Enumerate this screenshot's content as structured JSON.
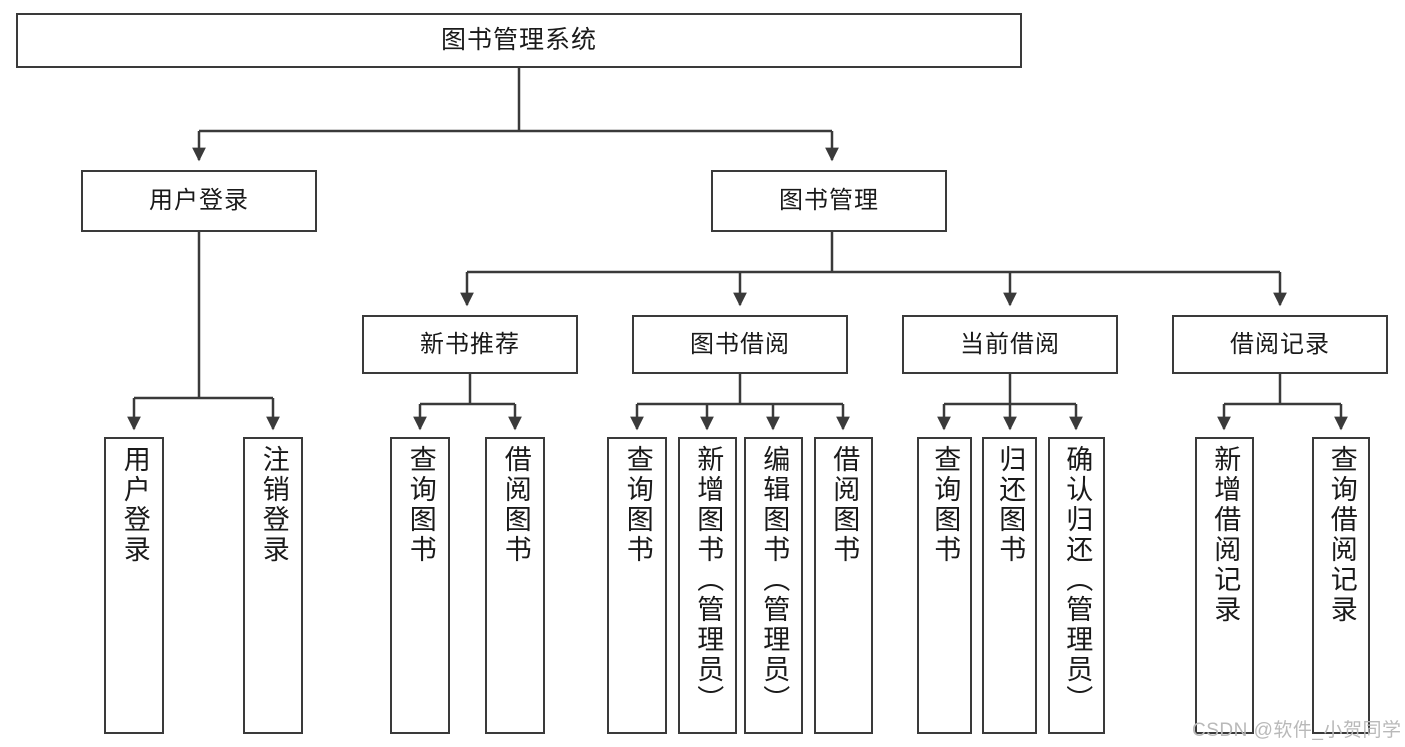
{
  "diagram": {
    "title": "图书管理系统",
    "type": "tree-hierarchy",
    "watermark": "CSDN @软件_小贺同学",
    "colors": {
      "stroke": "#3a3a3a",
      "fill": "#ffffff",
      "text": "#1a1a1a",
      "watermark": "#b9b9b9"
    },
    "levels": {
      "root": {
        "label": "图书管理系统"
      },
      "level2": [
        {
          "label": "用户登录"
        },
        {
          "label": "图书管理"
        }
      ],
      "level3": [
        {
          "label": "新书推荐"
        },
        {
          "label": "图书借阅"
        },
        {
          "label": "当前借阅"
        },
        {
          "label": "借阅记录"
        }
      ],
      "leaves": [
        {
          "label": "用户登录",
          "parent": "用户登录"
        },
        {
          "label": "注销登录",
          "parent": "用户登录"
        },
        {
          "label": "查询图书",
          "parent": "新书推荐"
        },
        {
          "label": "借阅图书",
          "parent": "新书推荐"
        },
        {
          "label": "查询图书",
          "parent": "图书借阅"
        },
        {
          "label": "新增图书（管理员）",
          "parent": "图书借阅"
        },
        {
          "label": "编辑图书（管理员）",
          "parent": "图书借阅"
        },
        {
          "label": "借阅图书",
          "parent": "图书借阅"
        },
        {
          "label": "查询图书",
          "parent": "当前借阅"
        },
        {
          "label": "归还图书",
          "parent": "当前借阅"
        },
        {
          "label": "确认归还（管理员）",
          "parent": "当前借阅"
        },
        {
          "label": "新增借阅记录",
          "parent": "借阅记录"
        },
        {
          "label": "查询借阅记录",
          "parent": "借阅记录"
        }
      ]
    }
  }
}
